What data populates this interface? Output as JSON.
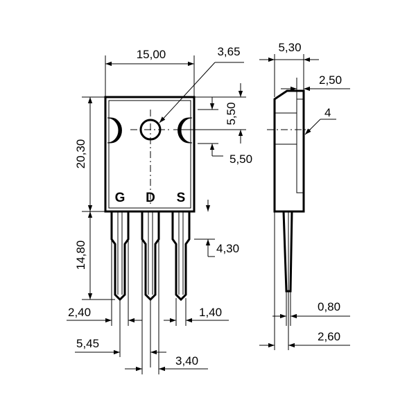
{
  "front_view": {
    "width": "15,00",
    "hole_diameter": "3,65",
    "hole_offset": "5,50",
    "hole_to_notch": "5,50",
    "body_height": "20,30",
    "lead_length": "14,80",
    "lead_shoulder": "4,30",
    "lead_width_wide": "2,40",
    "lead_width_narrow": "1,40",
    "pitch_outer": "5,45",
    "pitch_inner": "3,40",
    "pins": {
      "gate": "G",
      "drain": "D",
      "source": "S"
    }
  },
  "side_view": {
    "thickness": "5,30",
    "tab_thickness": "2,50",
    "chamfer": "4",
    "lead_thickness": "0,80",
    "lead_offset": "2,60"
  }
}
